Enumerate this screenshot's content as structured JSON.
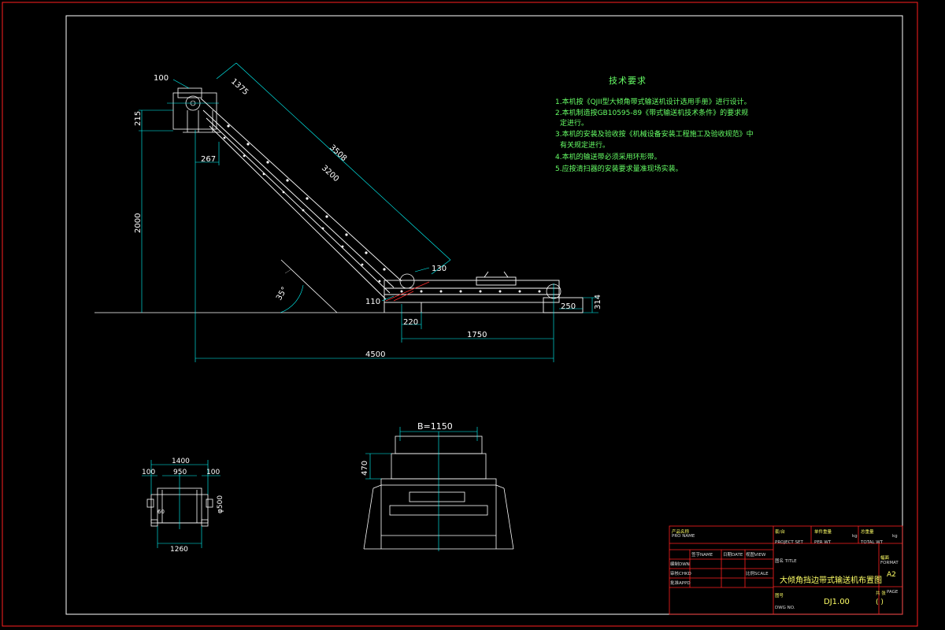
{
  "side_view": {
    "dims": {
      "d100": "100",
      "d1375": "1375",
      "d215": "215",
      "d267": "267",
      "d3508": "3508",
      "d3200": "3200",
      "d2000": "2000",
      "d130": "130",
      "d110": "110",
      "d35": "35°",
      "d250": "250",
      "d314": "314",
      "d220": "220",
      "d1750": "1750",
      "d4500": "4500"
    }
  },
  "end_view": {
    "dims": {
      "d1400": "1400",
      "d100a": "100",
      "d950": "950",
      "d100b": "100",
      "d500": "φ500",
      "d60": "60",
      "d1260": "1260"
    }
  },
  "section_view": {
    "dims": {
      "width": "B=1150",
      "height": "470"
    }
  },
  "tech_notes": {
    "title": "技术要求",
    "lines": [
      "1.本机按《QJII型大倾角带式输送机设计选用手册》进行设计。",
      "2.本机制造按GB10595-89《带式输送机技术条件》的要求规",
      "定进行。",
      "3.本机的安装及验收按《机械设备安装工程施工及验收规范》中",
      "有关规定进行。",
      "4.本机的输送带必须采用环形带。",
      "5.应按清扫器的安装要求量准现场实装。"
    ]
  },
  "title_block": {
    "pro_name_cn": "产品名称",
    "pro_name_en": "PRO NAME",
    "project_set_cn": "套/台",
    "project_set_en": "PROJECT SET",
    "per_wt_cn": "单件重量",
    "per_wt_en": "PER WT",
    "per_wt_unit": "kg",
    "total_wt_cn": "总重量",
    "total_wt_en": "TOTAL WT",
    "total_wt_unit": "kg",
    "title_label": "图名 TITLE",
    "drawing_title": "大倾角挡边带式输送机布置图",
    "sign_name": "签字NAME",
    "date": "日期DATE",
    "view": "视图VIEW",
    "scale": "比例SCALE",
    "drawn": "编制DWN",
    "checked": "审核CHKD",
    "approved": "批准APPD",
    "format_cn": "幅面",
    "format_en": "FORMAT",
    "format_value": "A2",
    "dwg_no_cn": "图号",
    "dwg_no_en": "DWG NO.",
    "dwg_no_value": "DJ1.00",
    "page_cn": "共 张",
    "page_en": "PAGE",
    "page_value": "(    )"
  }
}
